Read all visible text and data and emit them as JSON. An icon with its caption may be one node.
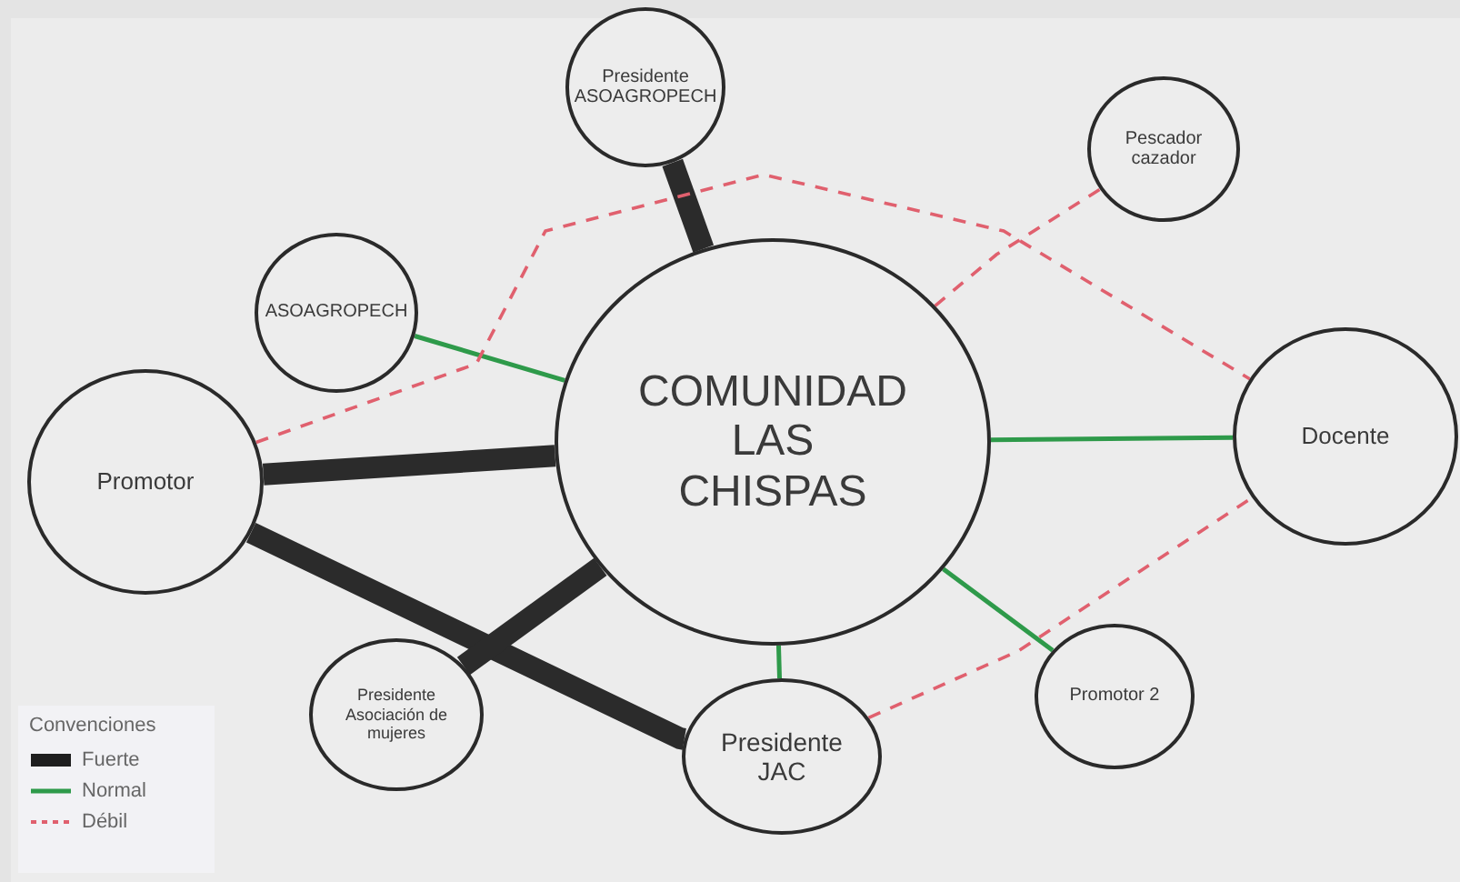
{
  "diagram": {
    "nodes": [
      {
        "text": [
          "COMUNIDAD LAS CHISPAS"
        ]
      },
      {
        "text": [
          "Presidente ASOAGROPECH"
        ]
      },
      {
        "text": [
          "Pescador cazador"
        ]
      },
      {
        "text": [
          "ASOAGROPECH"
        ]
      },
      {
        "text": [
          "Promotor"
        ]
      },
      {
        "text": [
          "Docente"
        ]
      },
      {
        "text": [
          "Presidente Asociación de mujeres"
        ]
      },
      {
        "text": [
          "Presidente JAC"
        ]
      },
      {
        "text": [
          "Promotor 2"
        ]
      }
    ],
    "edges": [
      {
        "from": 1,
        "to": 0,
        "arrow": "none",
        "style": "thick",
        "color": "#2b2b2b"
      },
      {
        "from": 4,
        "to": 0,
        "arrow": "none",
        "style": "thick",
        "color": "#2b2b2b"
      },
      {
        "from": 4,
        "to": 7,
        "arrow": "none",
        "style": "thick",
        "color": "#2b2b2b"
      },
      {
        "from": 6,
        "to": 0,
        "arrow": "none",
        "style": "thick",
        "color": "#2b2b2b"
      },
      {
        "from": 3,
        "to": 0,
        "arrow": "none",
        "color": "#2e9a4a"
      },
      {
        "from": 0,
        "to": 5,
        "arrow": "none",
        "color": "#2e9a4a"
      },
      {
        "from": 0,
        "to": 7,
        "arrow": "none",
        "color": "#2e9a4a"
      },
      {
        "from": 0,
        "to": 8,
        "arrow": "none",
        "color": "#2e9a4a"
      },
      {
        "from": 4,
        "to": 5,
        "arrow": "none",
        "style": "dashed",
        "color": "#e0606e"
      },
      {
        "from": 0,
        "to": 2,
        "arrow": "none",
        "style": "dashed",
        "color": "#e0606e"
      },
      {
        "from": 7,
        "to": 5,
        "arrow": "none",
        "style": "dashed",
        "color": "#e0606e"
      }
    ],
    "labels": [
      "Convenciones"
    ],
    "legend": [
      {
        "text": "Fuerte"
      },
      {
        "text": "Normal"
      },
      {
        "text": "Débil"
      }
    ]
  }
}
